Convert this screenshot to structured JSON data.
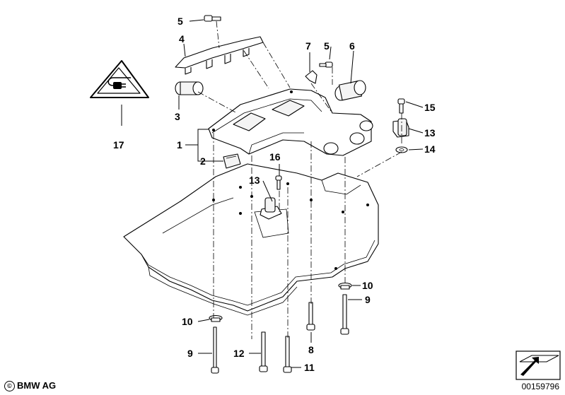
{
  "diagram": {
    "callouts": [
      "1",
      "2",
      "3",
      "4",
      "5",
      "5",
      "6",
      "7",
      "8",
      "9",
      "9",
      "10",
      "10",
      "11",
      "12",
      "13",
      "13",
      "14",
      "15",
      "16",
      "17"
    ]
  },
  "footer": {
    "copyright_symbol": "©",
    "brand": "BMW AG",
    "doc_number": "00159796"
  },
  "icons": [
    "warning-triangle-electrical-plug-icon",
    "direction-arrow-icon"
  ]
}
